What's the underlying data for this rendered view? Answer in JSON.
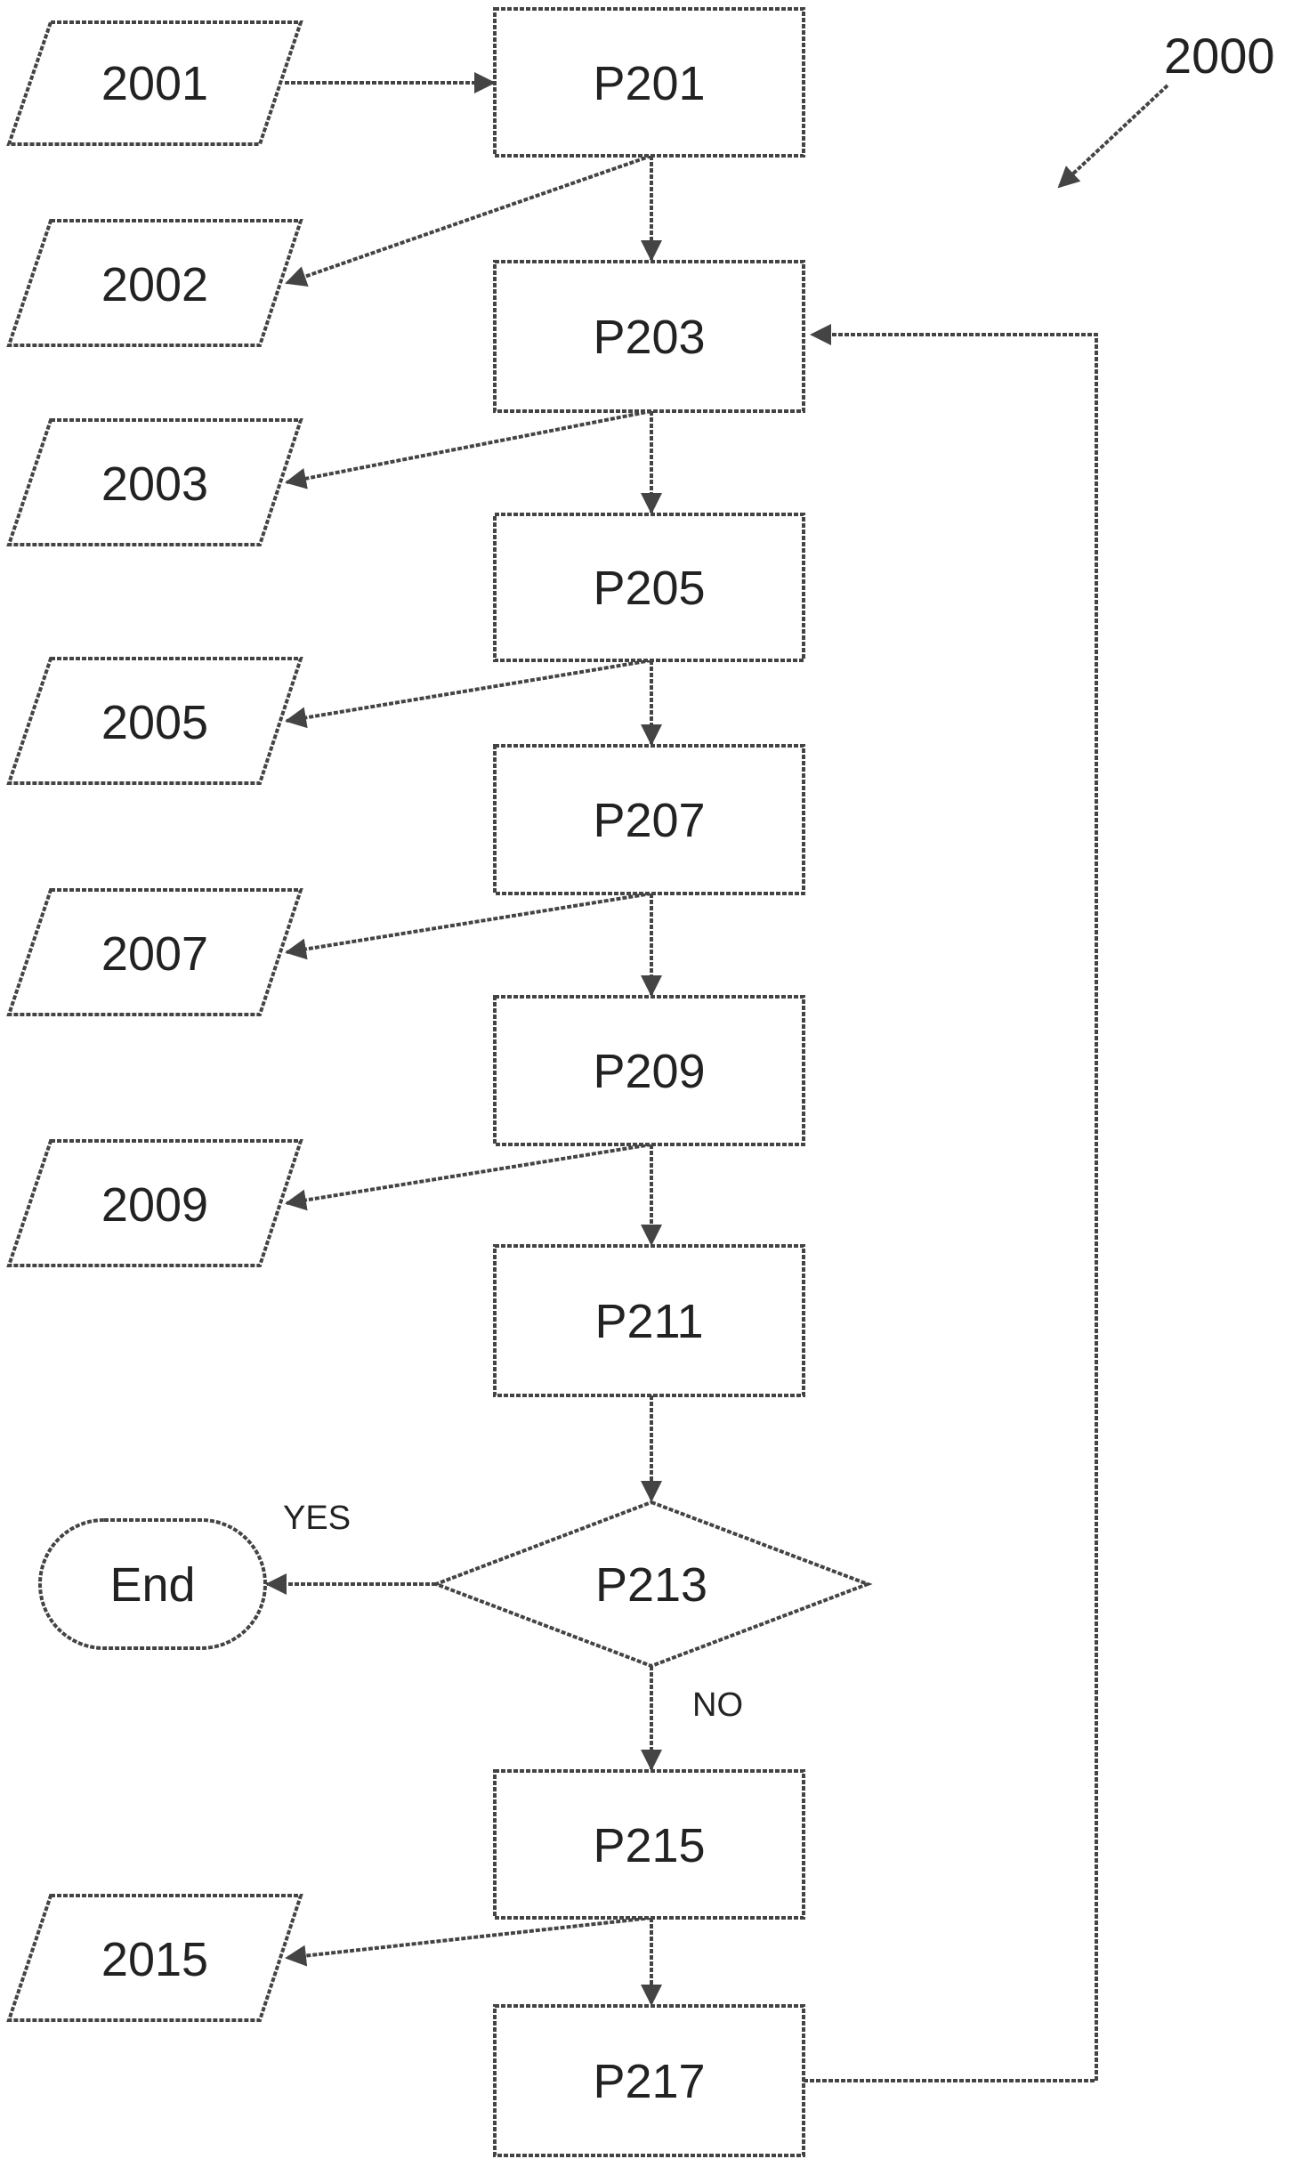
{
  "figure_ref": "2000",
  "processes": [
    {
      "id": "p201",
      "label": "P201"
    },
    {
      "id": "p203",
      "label": "P203"
    },
    {
      "id": "p205",
      "label": "P205"
    },
    {
      "id": "p207",
      "label": "P207"
    },
    {
      "id": "p209",
      "label": "P209"
    },
    {
      "id": "p211",
      "label": "P211"
    },
    {
      "id": "p215",
      "label": "P215"
    },
    {
      "id": "p217",
      "label": "P217"
    }
  ],
  "decision": {
    "id": "p213",
    "label": "P213"
  },
  "terminator": {
    "id": "end",
    "label": "End"
  },
  "data_items": [
    {
      "id": "d2001",
      "label": "2001"
    },
    {
      "id": "d2002",
      "label": "2002"
    },
    {
      "id": "d2003",
      "label": "2003"
    },
    {
      "id": "d2005",
      "label": "2005"
    },
    {
      "id": "d2007",
      "label": "2007"
    },
    {
      "id": "d2009",
      "label": "2009"
    },
    {
      "id": "d2015",
      "label": "2015"
    }
  ],
  "branches": {
    "yes": "YES",
    "no": "NO"
  },
  "edges": [
    {
      "from": "d2001",
      "to": "p201"
    },
    {
      "from": "p201",
      "to": "p203"
    },
    {
      "from": "p201",
      "to": "d2002"
    },
    {
      "from": "p203",
      "to": "p205"
    },
    {
      "from": "p203",
      "to": "d2003"
    },
    {
      "from": "p205",
      "to": "p207"
    },
    {
      "from": "p205",
      "to": "d2005"
    },
    {
      "from": "p207",
      "to": "p209"
    },
    {
      "from": "p207",
      "to": "d2007"
    },
    {
      "from": "p209",
      "to": "p211"
    },
    {
      "from": "p209",
      "to": "d2009"
    },
    {
      "from": "p211",
      "to": "p213"
    },
    {
      "from": "p213",
      "to": "end",
      "branch": "yes"
    },
    {
      "from": "p213",
      "to": "p215",
      "branch": "no"
    },
    {
      "from": "p215",
      "to": "p217"
    },
    {
      "from": "p215",
      "to": "d2015"
    },
    {
      "from": "p217",
      "to": "p203"
    }
  ]
}
